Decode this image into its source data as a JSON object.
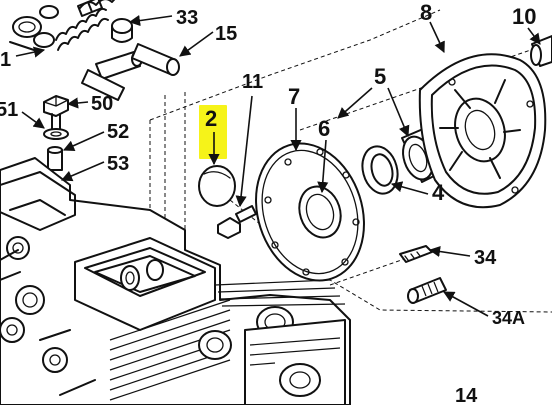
{
  "diagram": {
    "highlight_color": "#f5f200",
    "callouts": {
      "c1": "1",
      "c2": "2",
      "c4": "4",
      "c5": "5",
      "c6": "6",
      "c7": "7",
      "c8": "8",
      "c10": "10",
      "c11": "11",
      "c14": "14",
      "c15": "15",
      "c33": "33",
      "c34": "34",
      "c34a": "34A",
      "c50": "50",
      "c51": "51",
      "c52": "52",
      "c53": "53"
    },
    "highlighted_callout": "2"
  }
}
